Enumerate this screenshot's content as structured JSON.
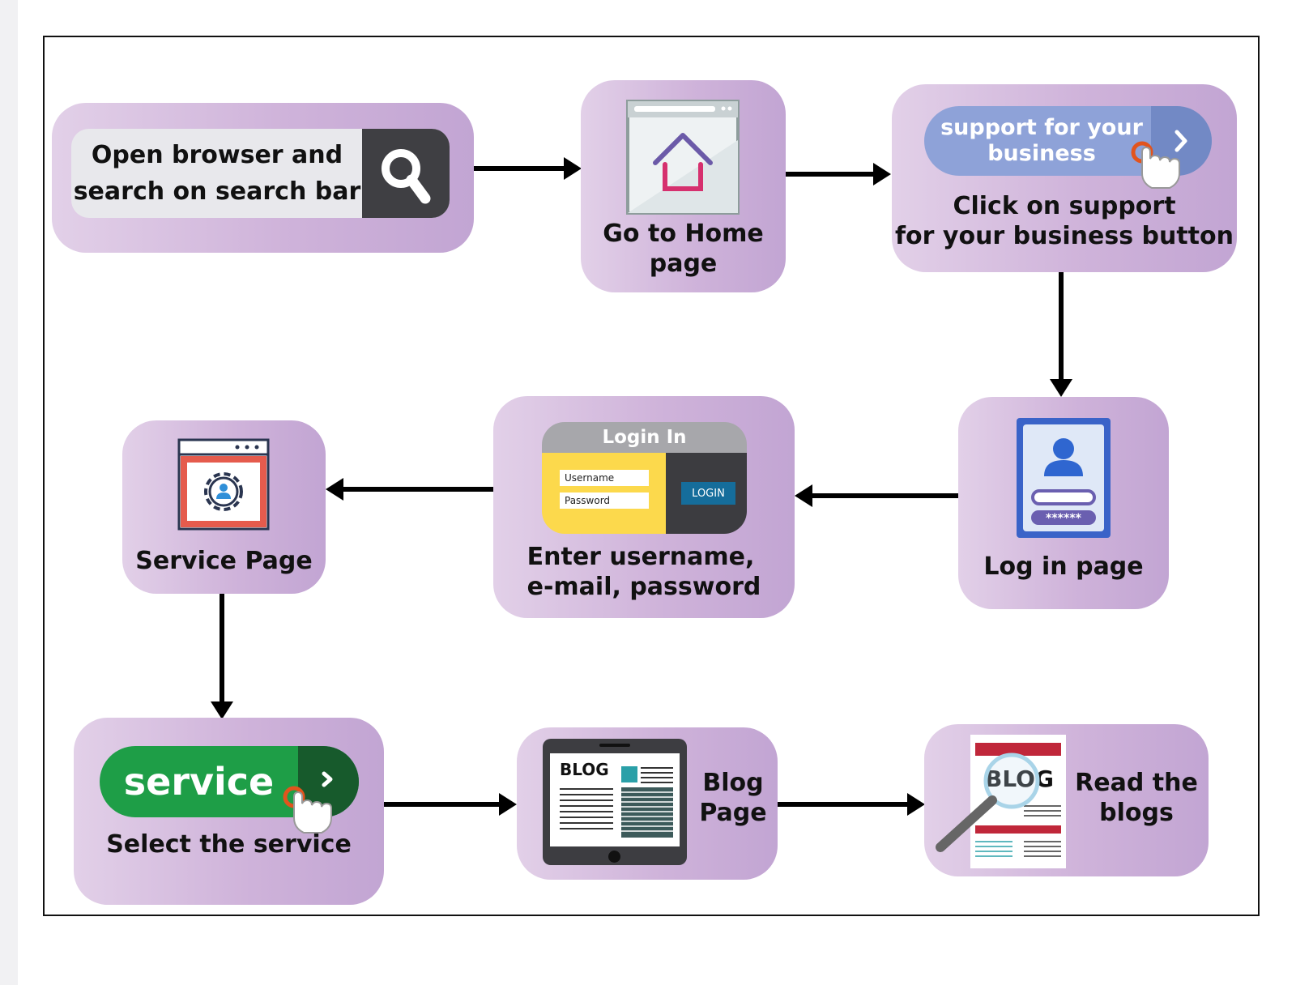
{
  "diagram": {
    "steps": [
      {
        "id": "search",
        "label": "Open browser and search on search bar"
      },
      {
        "id": "home",
        "label_line1": "Go to Home",
        "label_line2": "page"
      },
      {
        "id": "support",
        "button_text": "support for your business",
        "label_line1": "Click on support",
        "label_line2": "for your business button"
      },
      {
        "id": "login_page",
        "label": "Log in page"
      },
      {
        "id": "credentials",
        "card_title": "Login In",
        "username_placeholder": "Username",
        "password_placeholder": "Password",
        "login_button": "LOGIN",
        "label_line1": "Enter username,",
        "label_line2": "e-mail, password"
      },
      {
        "id": "service_page",
        "label": "Service Page"
      },
      {
        "id": "select_service",
        "button_text": "service",
        "label": "Select the service"
      },
      {
        "id": "blog_page",
        "screen_text": "BLOG",
        "label_line1": "Blog",
        "label_line2": "Page"
      },
      {
        "id": "read_blogs",
        "doc_text": "BLOG",
        "label_line1": "Read the",
        "label_line2": "blogs"
      }
    ],
    "connections": [
      {
        "from": "search",
        "to": "home"
      },
      {
        "from": "home",
        "to": "support"
      },
      {
        "from": "support",
        "to": "login_page"
      },
      {
        "from": "login_page",
        "to": "credentials"
      },
      {
        "from": "credentials",
        "to": "service_page"
      },
      {
        "from": "service_page",
        "to": "select_service"
      },
      {
        "from": "select_service",
        "to": "blog_page"
      },
      {
        "from": "blog_page",
        "to": "read_blogs"
      }
    ],
    "colors": {
      "node_light": "#e2d0e8",
      "node_dark": "#c2a5d3",
      "arrow": "#000000",
      "support_button": "#8ea2d8",
      "service_button": "#1e9e47",
      "login_yellow": "#fcd94c"
    }
  }
}
